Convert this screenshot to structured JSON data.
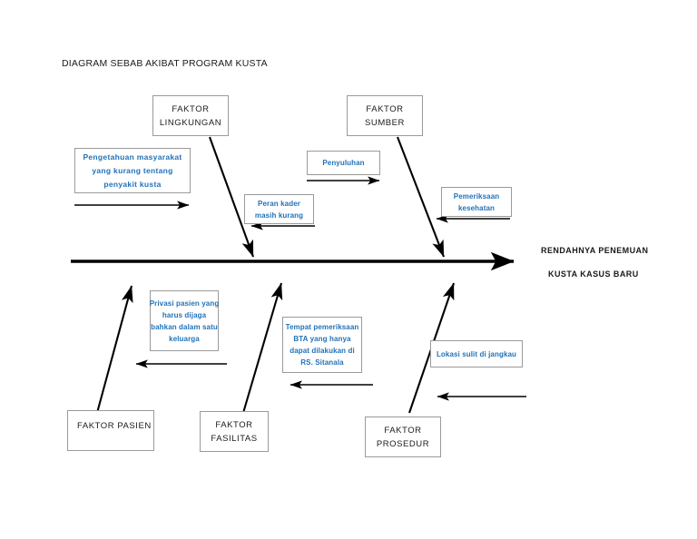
{
  "diagram": {
    "title": "DIAGRAM SEBAB AKIBAT PROGRAM KUSTA",
    "type": "fishbone-cause-and-effect",
    "colors": {
      "cause_text": "#2272b8",
      "box_border": "#9a9a9a",
      "spine": "#000000",
      "background": "#ffffff"
    },
    "effect": {
      "line1": "RENDAHNYA PENEMUAN",
      "line2": "KUSTA KASUS BARU"
    },
    "categories_top": [
      {
        "line1": "FAKTOR",
        "line2": "LINGKUNGAN"
      },
      {
        "line1": "FAKTOR",
        "line2": "SUMBER"
      }
    ],
    "categories_bottom": [
      {
        "line1": "FAKTOR PASIEN",
        "line2": ""
      },
      {
        "line1": "FAKTOR",
        "line2": "FASILITAS"
      },
      {
        "line1": "FAKTOR",
        "line2": "PROSEDUR"
      }
    ],
    "causes": [
      {
        "id": "cause-pengetahuan",
        "lines": [
          "Pengetahuan masyarakat",
          "yang kurang tentang",
          "penyakit kusta"
        ],
        "arrow_direction": "right",
        "category": "FAKTOR LINGKUNGAN"
      },
      {
        "id": "cause-peran-kader",
        "lines": [
          "Peran kader",
          "masih kurang"
        ],
        "arrow_direction": "left",
        "category": "FAKTOR LINGKUNGAN"
      },
      {
        "id": "cause-penyuluhan",
        "lines": [
          "Penyuluhan"
        ],
        "arrow_direction": "right",
        "category": "FAKTOR SUMBER"
      },
      {
        "id": "cause-pemeriksaan-kesehatan",
        "lines": [
          "Pemeriksaan",
          "kesehatan"
        ],
        "arrow_direction": "left",
        "category": "FAKTOR SUMBER"
      },
      {
        "id": "cause-privasi",
        "lines": [
          "Privasi pasien yang",
          "harus dijaga",
          "bahkan dalam satu",
          "keluarga"
        ],
        "arrow_direction": "left",
        "category": "FAKTOR PASIEN"
      },
      {
        "id": "cause-tempat-bta",
        "lines": [
          "Tempat pemeriksaan",
          "BTA yang hanya",
          "dapat dilakukan di",
          "RS. Sitanala"
        ],
        "arrow_direction": "left",
        "category": "FAKTOR FASILITAS"
      },
      {
        "id": "cause-lokasi",
        "lines": [
          "Lokasi sulit di jangkau"
        ],
        "arrow_direction": "left",
        "category": "FAKTOR PROSEDUR"
      }
    ]
  }
}
